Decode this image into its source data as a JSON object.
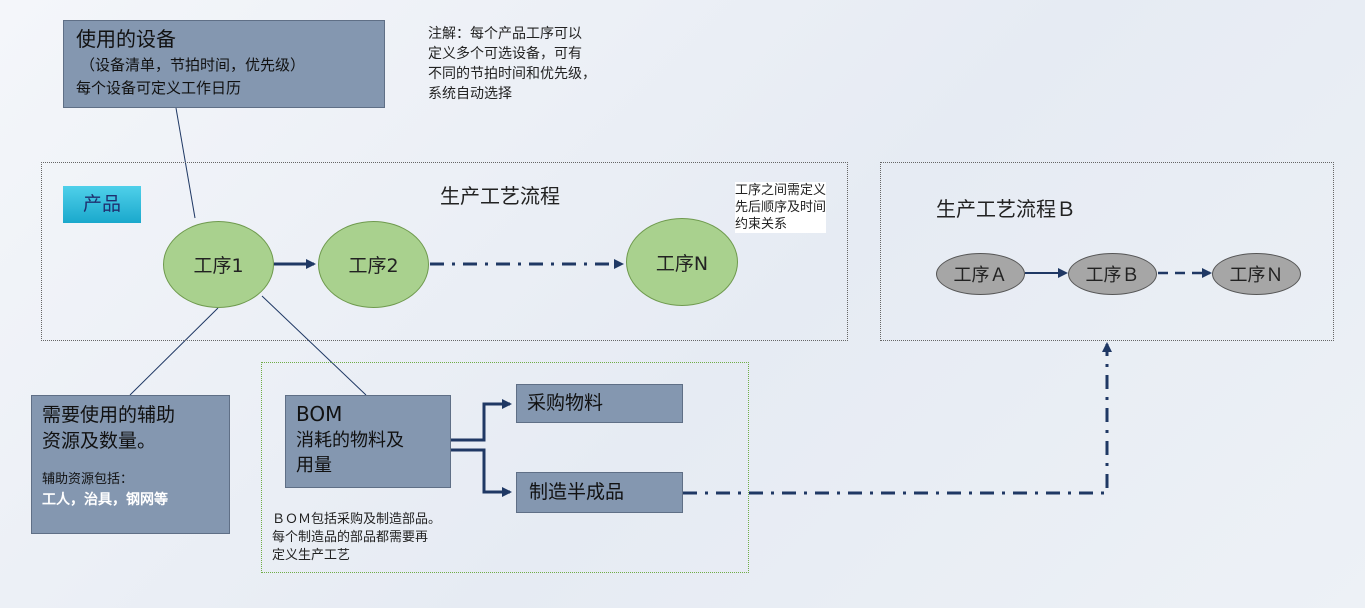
{
  "equipment": {
    "title": "使用的设备",
    "line1": "（设备清单，节拍时间，优先级）",
    "line2": "每个设备可定义工作日历"
  },
  "note_top": {
    "l1": "注解：每个产品工序可以",
    "l2": "定义多个可选设备，可有",
    "l3": "不同的节拍时间和优先级，",
    "l4": "系统自动选择"
  },
  "process_a": {
    "title": "生产工艺流程",
    "product_label": "产品",
    "steps": [
      "工序1",
      "工序2",
      "工序N"
    ],
    "side_note": {
      "l1": "工序之间需定义",
      "l2": "先后顺序及时间",
      "l3": "约束关系"
    }
  },
  "process_b": {
    "title": "生产工艺流程Ｂ",
    "steps": [
      "工序Ａ",
      "工序Ｂ",
      "工序Ｎ"
    ]
  },
  "aux": {
    "l1": "需要使用的辅助",
    "l2": "资源及数量。",
    "l3": "辅助资源包括：",
    "l4": "工人，治具，钢网等"
  },
  "bom": {
    "title": "BOM",
    "l1": "消耗的物料及",
    "l2": "用量",
    "purchase": "采购物料",
    "manufacture": "制造半成品",
    "note": {
      "l1": "ＢＯＭ包括采购及制造部品。",
      "l2": "每个制造品的部品都需要再",
      "l3": "定义生产工艺"
    }
  },
  "colors": {
    "box_fill": "#8497b0",
    "step_fill": "#a9d18e",
    "step_b_fill": "#a6a6a6",
    "arrow": "#1f3864",
    "product_fill": "#1fb6d6"
  }
}
